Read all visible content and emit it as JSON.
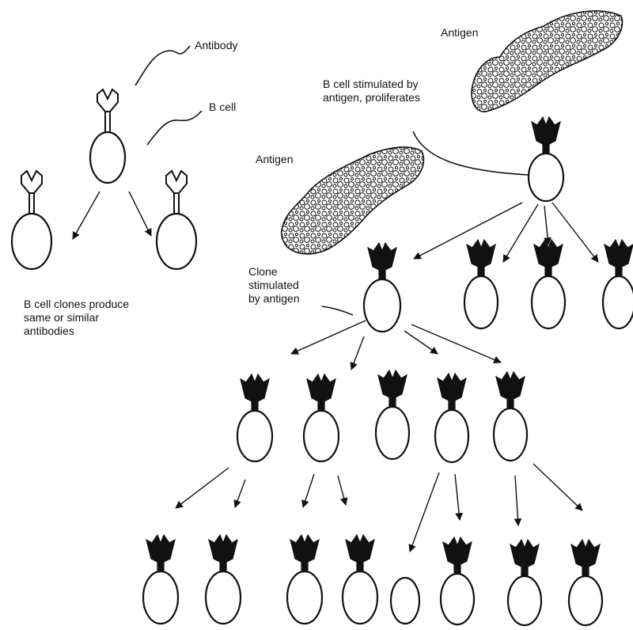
{
  "labels": {
    "antibody": "Antibody",
    "b_cell": "B cell",
    "clones_produce": "B cell clones produce\nsame or similar\nantibodies",
    "antigen_top": "Antigen",
    "stimulated_proliferates": "B cell stimulated by\nantigen, proliferates",
    "antigen_middle": "Antigen",
    "clone_stimulated": "Clone\nstimulated\nby antigen"
  },
  "colors": {
    "line": "#111111",
    "receptor_fill": "#111111",
    "background": "#ffffff"
  }
}
